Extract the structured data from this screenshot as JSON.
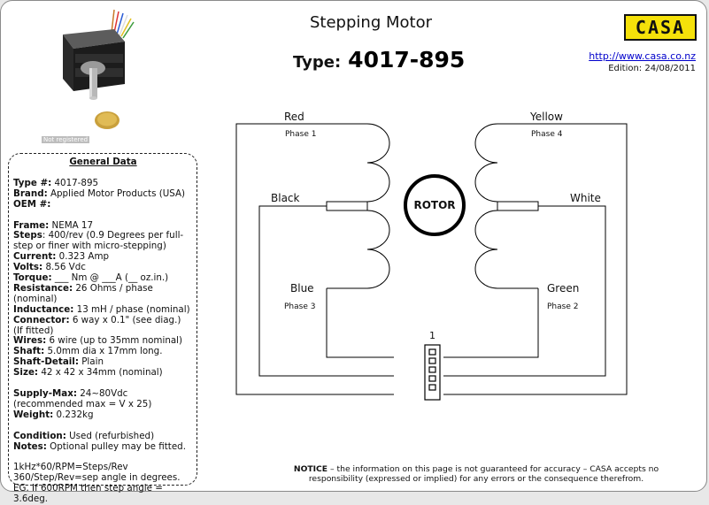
{
  "header": {
    "title": "Stepping Motor",
    "type_label": "Type:",
    "type_value": "4017-895",
    "logo_text": "CASA",
    "url": "http://www.casa.co.nz",
    "edition": "Edition: 24/08/2011",
    "watermark": "Not registered"
  },
  "general_data": {
    "heading": "General Data",
    "rows": [
      {
        "label": "Type #:",
        "value": " 4017-895"
      },
      {
        "label": "Brand:",
        "value": " Applied Motor  Products (USA)"
      },
      {
        "label": "OEM #:",
        "value": ""
      },
      {
        "gap": true
      },
      {
        "label": "Frame:",
        "value": " NEMA 17"
      },
      {
        "label": "Steps",
        "value": ": 400/rev (0.9 Degrees per full-step or finer with micro-stepping)"
      },
      {
        "label": "Current:",
        "value": " 0.323 Amp"
      },
      {
        "label": "Volts:",
        "value": " 8.56 Vdc"
      },
      {
        "label": "Torque:",
        "value": "  ___ Nm @ ___A (__ oz.in.)"
      },
      {
        "label": "Resistance:",
        "value": " 26 Ohms / phase (nominal)"
      },
      {
        "label": "Inductance:",
        "value": " 13 mH / phase (nominal)"
      },
      {
        "label": "Connector:",
        "value": " 6 way x 0.1\" (see diag.) (If fitted)"
      },
      {
        "label": "Wires:",
        "value": " 6 wire (up to 35mm nominal)"
      },
      {
        "label": "Shaft:",
        "value": " 5.0mm dia x 17mm long."
      },
      {
        "label": "Shaft-Detail:",
        "value": " Plain"
      },
      {
        "label": "Size:",
        "value": " 42 x 42 x 34mm (nominal)"
      },
      {
        "gap": true
      },
      {
        "label": "Supply-Max:",
        "value": " 24~80Vdc (recommended max = V x 25)"
      },
      {
        "label": "Weight:",
        "value": " 0.232kg"
      },
      {
        "gap": true
      },
      {
        "label": "Condition:",
        "value": " Used (refurbished)"
      },
      {
        "label": "Notes:",
        "value": " Optional pulley may be fitted."
      },
      {
        "gap": true
      },
      {
        "label": "",
        "value": "1kHz*60/RPM=Steps/Rev"
      },
      {
        "label": "",
        "value": "360/Step/Rev=sep angle in degrees."
      },
      {
        "label": "",
        "value": "EG. If 600RPM then step angle = 3.6deg."
      }
    ]
  },
  "diagram": {
    "wires": {
      "red": "Red",
      "black": "Black",
      "blue": "Blue",
      "yellow": "Yellow",
      "white": "White",
      "green": "Green"
    },
    "phases": {
      "phase1": "Phase 1",
      "phase2": "Phase 2",
      "phase3": "Phase 3",
      "phase4": "Phase 4"
    },
    "rotor_label": "ROTOR",
    "connector_pin_label": "1"
  },
  "notice": {
    "label": "NOTICE",
    "text": " – the information on this page is not guaranteed for accuracy – CASA accepts no responsibility (expressed or implied) for any errors or the consequence therefrom."
  },
  "colors": {
    "logo_bg": "#f5e10a",
    "link": "#0000cc",
    "line": "#000000"
  }
}
